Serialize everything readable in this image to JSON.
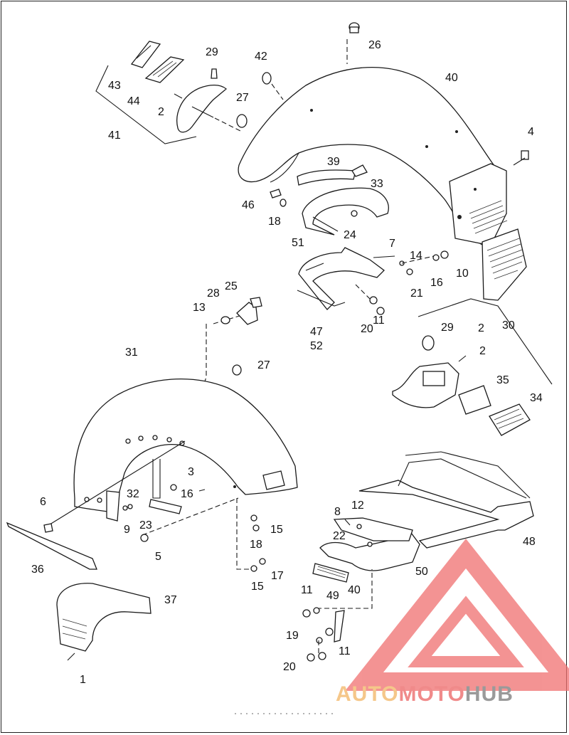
{
  "diagram": {
    "callouts": [
      {
        "id": "c1",
        "text": "1"
      },
      {
        "id": "c2a",
        "text": "2"
      },
      {
        "id": "c2b",
        "text": "2"
      },
      {
        "id": "c2c",
        "text": "2"
      },
      {
        "id": "c3",
        "text": "3"
      },
      {
        "id": "c4",
        "text": "4"
      },
      {
        "id": "c5",
        "text": "5"
      },
      {
        "id": "c6",
        "text": "6"
      },
      {
        "id": "c7",
        "text": "7"
      },
      {
        "id": "c8",
        "text": "8"
      },
      {
        "id": "c9",
        "text": "9"
      },
      {
        "id": "c10",
        "text": "10"
      },
      {
        "id": "c11a",
        "text": "11"
      },
      {
        "id": "c11b",
        "text": "11"
      },
      {
        "id": "c11c",
        "text": "11"
      },
      {
        "id": "c12",
        "text": "12"
      },
      {
        "id": "c13",
        "text": "13"
      },
      {
        "id": "c14",
        "text": "14"
      },
      {
        "id": "c15a",
        "text": "15"
      },
      {
        "id": "c15b",
        "text": "15"
      },
      {
        "id": "c16a",
        "text": "16"
      },
      {
        "id": "c16b",
        "text": "16"
      },
      {
        "id": "c17",
        "text": "17"
      },
      {
        "id": "c18a",
        "text": "18"
      },
      {
        "id": "c18b",
        "text": "18"
      },
      {
        "id": "c19",
        "text": "19"
      },
      {
        "id": "c20a",
        "text": "20"
      },
      {
        "id": "c20b",
        "text": "20"
      },
      {
        "id": "c21",
        "text": "21"
      },
      {
        "id": "c22",
        "text": "22"
      },
      {
        "id": "c23",
        "text": "23"
      },
      {
        "id": "c24",
        "text": "24"
      },
      {
        "id": "c25",
        "text": "25"
      },
      {
        "id": "c26",
        "text": "26"
      },
      {
        "id": "c27a",
        "text": "27"
      },
      {
        "id": "c27b",
        "text": "27"
      },
      {
        "id": "c28",
        "text": "28"
      },
      {
        "id": "c29a",
        "text": "29"
      },
      {
        "id": "c29b",
        "text": "29"
      },
      {
        "id": "c30",
        "text": "30"
      },
      {
        "id": "c31",
        "text": "31"
      },
      {
        "id": "c32",
        "text": "32"
      },
      {
        "id": "c33",
        "text": "33"
      },
      {
        "id": "c34",
        "text": "34"
      },
      {
        "id": "c35",
        "text": "35"
      },
      {
        "id": "c36",
        "text": "36"
      },
      {
        "id": "c37",
        "text": "37"
      },
      {
        "id": "c39",
        "text": "39"
      },
      {
        "id": "c40a",
        "text": "40"
      },
      {
        "id": "c40b",
        "text": "40"
      },
      {
        "id": "c41",
        "text": "41"
      },
      {
        "id": "c42",
        "text": "42"
      },
      {
        "id": "c43",
        "text": "43"
      },
      {
        "id": "c44",
        "text": "44"
      },
      {
        "id": "c46",
        "text": "46"
      },
      {
        "id": "c47",
        "text": "47"
      },
      {
        "id": "c52",
        "text": "52"
      },
      {
        "id": "c48",
        "text": "48"
      },
      {
        "id": "c49",
        "text": "49"
      },
      {
        "id": "c50",
        "text": "50"
      },
      {
        "id": "c51",
        "text": "51"
      }
    ]
  },
  "watermark": {
    "part1": "AUTO",
    "part2": "MOTO",
    "part3": "HUB",
    "colors": {
      "auto": "#f5c78a",
      "moto": "#f08a8a",
      "hub": "#9a9a9a",
      "triangle": "#f07070"
    }
  }
}
